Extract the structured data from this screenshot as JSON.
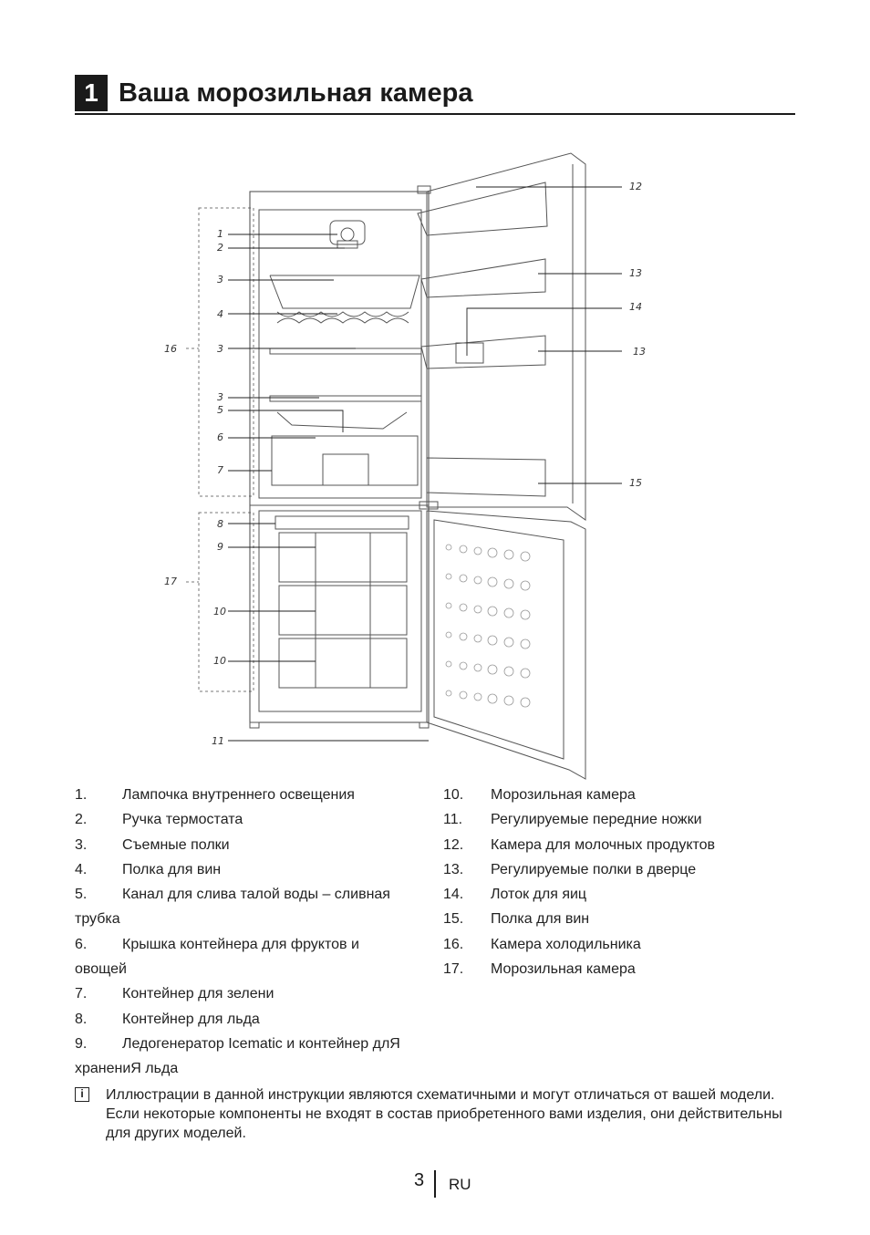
{
  "header": {
    "number": "1",
    "title": "Ваша морозильная камера"
  },
  "diagram": {
    "callouts": {
      "c1": "1",
      "c2": "2",
      "c3a": "3",
      "c4": "4",
      "c3b": "3",
      "c3c": "3",
      "c5": "5",
      "c6": "6",
      "c7": "7",
      "c8": "8",
      "c9": "9",
      "c10a": "10",
      "c10b": "10",
      "c11": "11",
      "c12": "12",
      "c13a": "13",
      "c14": "14",
      "c13b": "13",
      "c15": "15",
      "c16": "16",
      "c17": "17"
    }
  },
  "legend_left": [
    {
      "num": "1.",
      "text": "Лампочка внутреннего освещения"
    },
    {
      "num": "2.",
      "text": "Ручка термостата"
    },
    {
      "num": "3.",
      "text": "Съемные полки"
    },
    {
      "num": "4.",
      "text": "Полка для вин"
    },
    {
      "num": "5.",
      "text": "Канал для слива талой воды – сливная"
    },
    {
      "num": "",
      "text": "трубка"
    },
    {
      "num": "6.",
      "text": "Крышка контейнера для фруктов и"
    },
    {
      "num": "",
      "text": "овощей"
    },
    {
      "num": "7.",
      "text": "Контейнер для зелени"
    },
    {
      "num": "8.",
      "text": "Контейнер для льда"
    },
    {
      "num": "9.",
      "text": "Ледогенератор Icematic и контейнер длЯ"
    },
    {
      "num": "",
      "text": "хранениЯ льда"
    }
  ],
  "legend_right": [
    {
      "num": "10.",
      "text": "Морозильная камера"
    },
    {
      "num": "11.",
      "text": "Регулируемые передние ножки"
    },
    {
      "num": "12.",
      "text": "Камера для молочных продуктов"
    },
    {
      "num": "13.",
      "text": "Регулируемые полки в дверце"
    },
    {
      "num": "14.",
      "text": "Лоток для яиц"
    },
    {
      "num": "15.",
      "text": "Полка для вин"
    },
    {
      "num": "16.",
      "text": "Камера холодильника"
    },
    {
      "num": "17.",
      "text": "Морозильная камера"
    }
  ],
  "note": {
    "icon": "info-icon",
    "text": "Иллюстрации в данной инструкции являются схематичными и могут отличаться от вашей модели. Если некоторые компоненты не входят в состав приобретенного вами изделия, они действительны для других моделей."
  },
  "footer": {
    "page": "3",
    "lang": "RU"
  }
}
